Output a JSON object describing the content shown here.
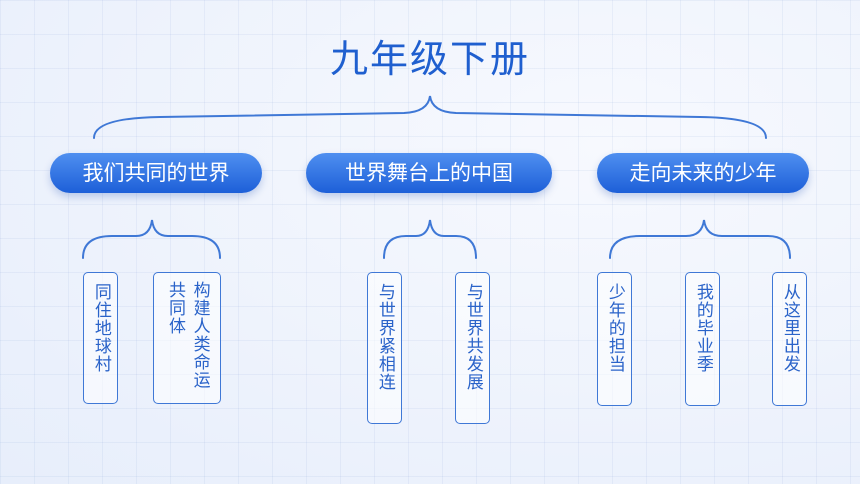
{
  "title": "九年级下册",
  "units": [
    {
      "label": "我们共同的世界",
      "lessons": [
        "同住地球村",
        "构建人类命运共同体"
      ]
    },
    {
      "label": "世界舞台上的中国",
      "lessons": [
        "与世界紧相连",
        "与世界共发展"
      ]
    },
    {
      "label": "走向未来的少年",
      "lessons": [
        "少年的担当",
        "我的毕业季",
        "从这里出发"
      ]
    }
  ],
  "colors": {
    "accent": "#1f5fcf",
    "pill_top": "#4f8ff0",
    "pill_bottom": "#1d5fd8",
    "line": "#3f78d6"
  }
}
